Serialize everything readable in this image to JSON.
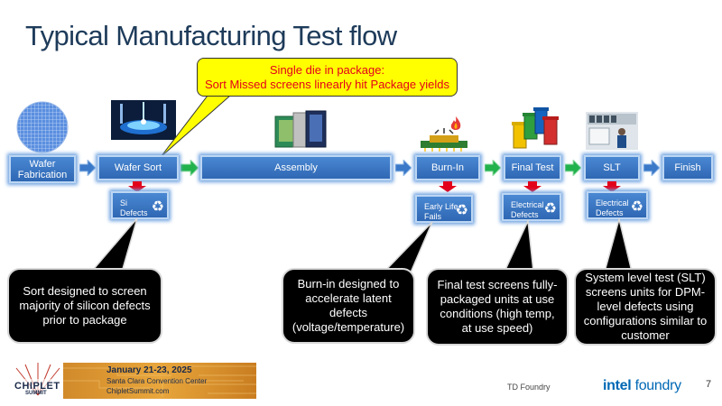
{
  "title": "Typical Manufacturing Test flow",
  "callout_top": {
    "line1": "Single die in package:",
    "line2": "Sort Missed screens linearly hit Package yields"
  },
  "stages": {
    "wafer_fab": {
      "line1": "Wafer",
      "line2": "Fabrication"
    },
    "wafer_sort": "Wafer Sort",
    "assembly": "Assembly",
    "burn_in": "Burn-In",
    "final_test": "Final Test",
    "slt": "SLT",
    "finish": "Finish"
  },
  "defects": {
    "si": {
      "line1": "Si",
      "line2": "Defects"
    },
    "early_life": {
      "line1": "Early Life",
      "line2": "Fails"
    },
    "electrical_ft": {
      "line1": "Electrical",
      "line2": "Defects"
    },
    "electrical_slt": {
      "line1": "Electrical",
      "line2": "Defects"
    }
  },
  "callouts": {
    "sort": "Sort designed to screen majority of silicon defects prior to package",
    "burn_in": "Burn-in designed to accelerate latent defects (voltage/temperature)",
    "final": "Final test screens fully-packaged units at use conditions (high temp, at use speed)",
    "slt": "System level test (SLT) screens units for DPM-level defects using configurations similar to customer"
  },
  "footer": {
    "event_dates": "January 21-23, 2025",
    "event_venue": "Santa Clara Convention Center",
    "event_url": "ChipletSummit.com",
    "logo_chiplet": "CHIPLET",
    "logo_summit": "SUMMIT",
    "td_foundry": "TD Foundry",
    "intel_a": "intel",
    "intel_b": "foundry",
    "page_number": "7"
  },
  "colors": {
    "box": "#3a78c8",
    "arrow_blue": "#3a78c8",
    "arrow_green": "#22b24c",
    "arrow_red": "#e3001b",
    "callout_yellow": "#ffff00",
    "callout_text_red": "#e3001b"
  },
  "icons": [
    "wafer-icon",
    "wafer-sort-photo",
    "assembly-packages-icon",
    "burn-in-chip-icon",
    "flame-icon",
    "bins-icon",
    "slt-lab-photo",
    "recycle-icon"
  ]
}
